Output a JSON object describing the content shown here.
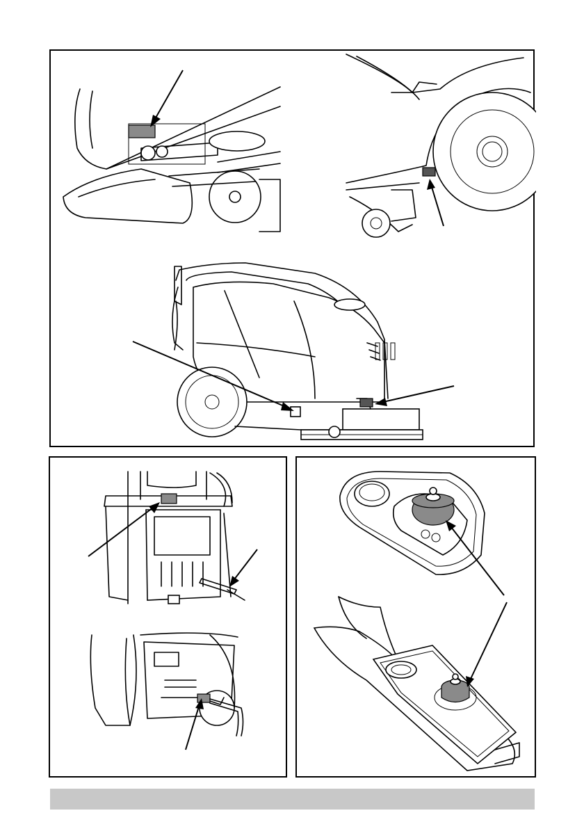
{
  "figures": [
    {
      "name": "squeegee-connection-detail"
    },
    {
      "name": "rear-leveling-foot-detail"
    },
    {
      "name": "machine-side-view"
    },
    {
      "name": "underside-latch-and-cable"
    },
    {
      "name": "tank-cover-float-filter"
    }
  ],
  "footer": {
    "text": ""
  }
}
